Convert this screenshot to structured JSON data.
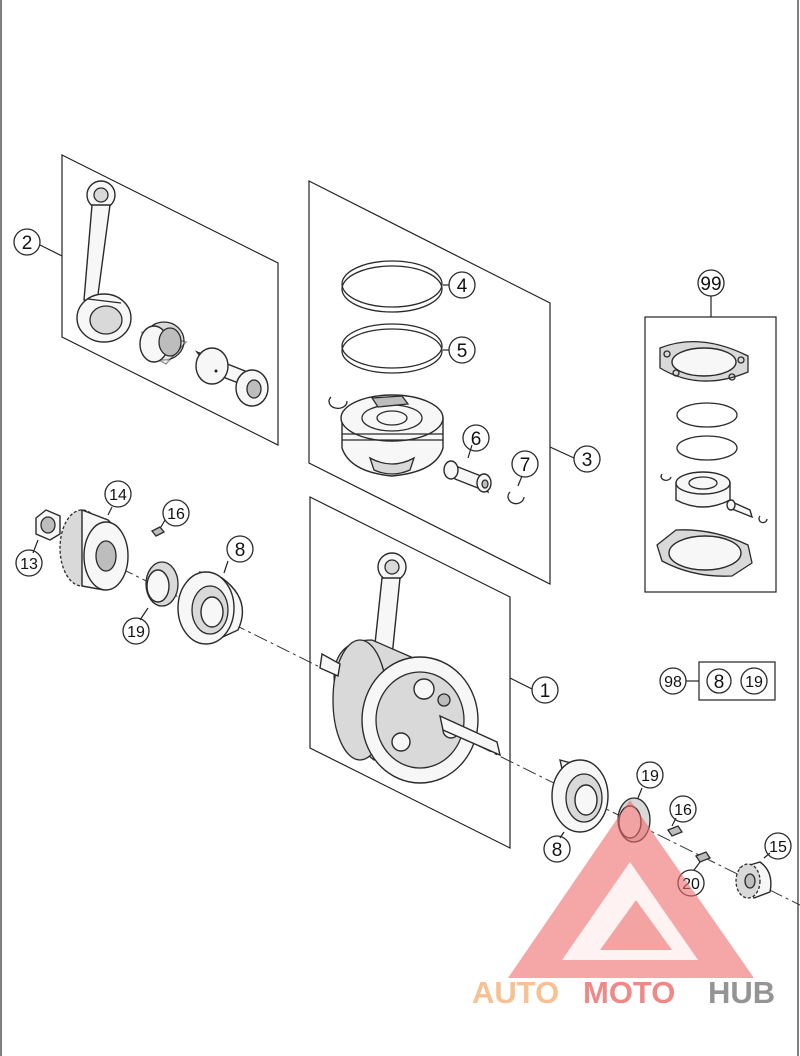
{
  "callouts": {
    "c1": "1",
    "c2": "2",
    "c3": "3",
    "c4": "4",
    "c5": "5",
    "c6": "6",
    "c7": "7",
    "c8a": "8",
    "c8b": "8",
    "c13": "13",
    "c14": "14",
    "c15": "15",
    "c16a": "16",
    "c16b": "16",
    "c19a": "19",
    "c19b": "19",
    "c20": "20",
    "c98": "98",
    "c99": "99",
    "kit98_a": "8",
    "kit98_b": "19"
  },
  "watermark": {
    "word1": "AUTO",
    "word2": "MOTO",
    "word3": "HUB",
    "color_orange": "#f5b27a",
    "color_red": "#ee6b6b",
    "color_grey": "#7a7a7a"
  }
}
